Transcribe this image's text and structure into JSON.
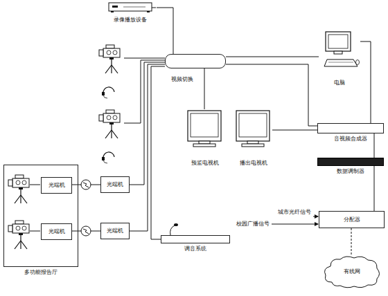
{
  "diagram": {
    "nodes": [
      {
        "text": [
          "录像播放设备"
        ]
      },
      {
        "text": [
          "视频切换"
        ]
      },
      {
        "text": [
          "电脑"
        ]
      },
      {
        "text": [
          "预监电视机"
        ]
      },
      {
        "text": [
          "播出电视机"
        ]
      },
      {
        "text": [
          "音视频合成器"
        ]
      },
      {
        "text": [
          "数据调制器"
        ]
      },
      {
        "text": [
          "分配器"
        ]
      },
      {
        "text": [
          "有线网"
        ]
      },
      {
        "text": [
          "多功能报告厅"
        ]
      },
      {
        "text": [
          "光端机"
        ],
        "in": 9
      },
      {
        "text": [
          "光端机"
        ],
        "in": 9
      },
      {
        "text": [
          "光端机"
        ]
      },
      {
        "text": [
          "光端机"
        ]
      },
      {
        "text": [
          "调音系统"
        ]
      }
    ],
    "edges": [
      {
        "from": 0,
        "to": 1,
        "arrow": "none"
      },
      {
        "from": 1,
        "to": 2,
        "arrow": "none"
      },
      {
        "from": 1,
        "to": 3,
        "arrow": "none"
      },
      {
        "from": 4,
        "to": 5,
        "arrow": "none"
      },
      {
        "from": 1,
        "to": 5,
        "arrow": "none"
      },
      {
        "from": 2,
        "to": 5,
        "arrow": "none"
      },
      {
        "from": 5,
        "to": 6,
        "arrow": "none"
      },
      {
        "from": 6,
        "to": 7,
        "arrow": "none"
      },
      {
        "from": 7,
        "to": 8,
        "arrow": "none"
      },
      {
        "from": 10,
        "to": 12,
        "arrow": "none"
      },
      {
        "from": 11,
        "to": 13,
        "arrow": "none"
      },
      {
        "from": 12,
        "to": 1,
        "arrow": "none"
      },
      {
        "from": 13,
        "to": 1,
        "arrow": "none"
      },
      {
        "from": 14,
        "to": 1,
        "arrow": "none"
      }
    ],
    "labels": [
      "城市光纤信号",
      "校园广播信号"
    ]
  }
}
